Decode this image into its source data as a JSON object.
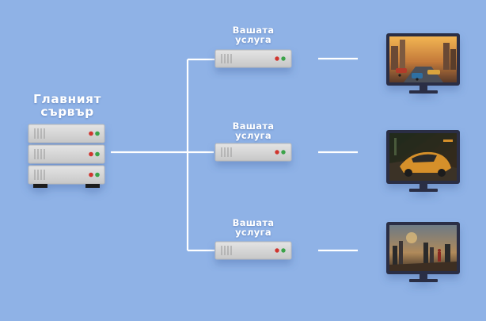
{
  "main_server": {
    "label_line1": "Главният",
    "label_line2": "сървър"
  },
  "services": [
    {
      "label_line1": "Вашата",
      "label_line2": "услуга",
      "screen_scene": "city-street-game"
    },
    {
      "label_line1": "Вашата",
      "label_line2": "услуга",
      "screen_scene": "racing-car-game"
    },
    {
      "label_line1": "Вашата",
      "label_line2": "услуга",
      "screen_scene": "ruined-city-game"
    }
  ],
  "colors": {
    "background": "#8fb2e6",
    "server_body": "#d7d7d7",
    "connector": "#ffffff",
    "led_red": "#d0362d",
    "led_green": "#3aa34a",
    "monitor_frame": "#2b2f45"
  },
  "icons": {
    "server": "server-rack-icon",
    "monitor": "monitor-icon"
  }
}
